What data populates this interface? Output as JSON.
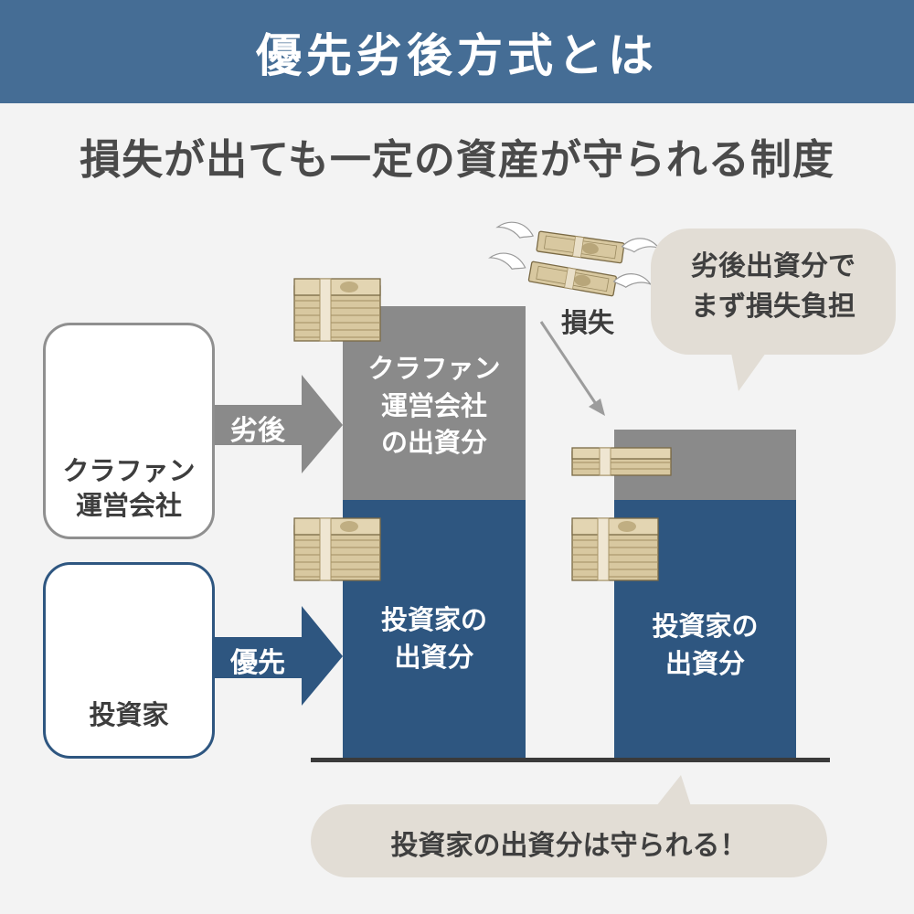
{
  "header": {
    "title": "優先劣後方式とは"
  },
  "subtitle": "損失が出ても一定の資産が守られる制度",
  "entities": {
    "operator": {
      "label_line1": "クラファン",
      "label_line2": "運営会社",
      "arrow_label": "劣後"
    },
    "investor": {
      "label": "投資家",
      "arrow_label": "優先"
    }
  },
  "bars": {
    "before_top_line1": "クラファン",
    "before_top_line2": "運営会社",
    "before_top_line3": "の出資分",
    "before_bottom_line1": "投資家の",
    "before_bottom_line2": "出資分",
    "after_bottom_line1": "投資家の",
    "after_bottom_line2": "出資分"
  },
  "loss_label": "損失",
  "callouts": {
    "top_line1": "劣後出資分で",
    "top_line2": "まず損失負担",
    "bottom": "投資家の出資分は守られる！"
  },
  "colors": {
    "header": "#456d95",
    "operator_share": "#8a8a8a",
    "investor_share": "#2e5680",
    "bubble": "#e2ddd5"
  }
}
